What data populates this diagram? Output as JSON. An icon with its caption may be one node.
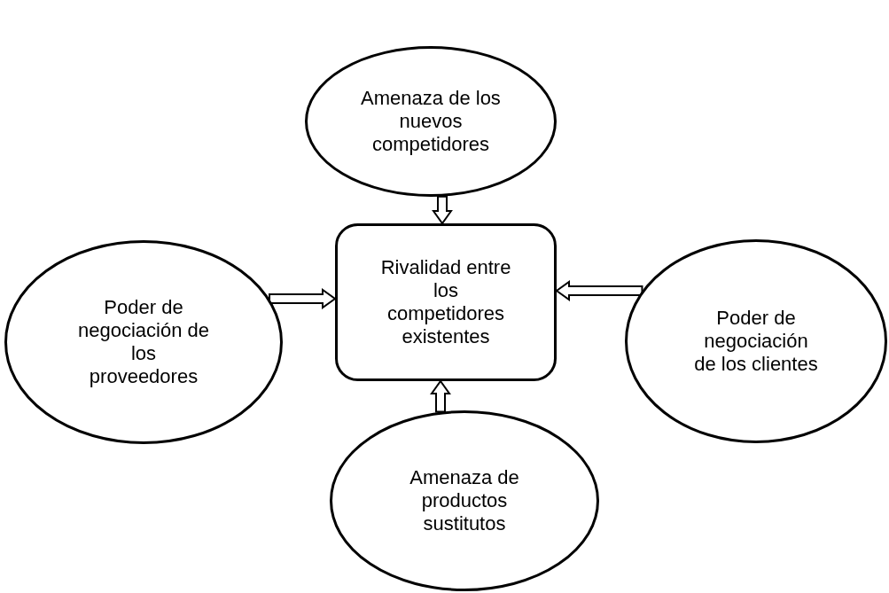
{
  "diagram": {
    "nodes": [
      {
        "text": [
          "Amenaza de los nuevos competidores"
        ]
      },
      {
        "text": [
          "Poder de negociación de los proveedores"
        ]
      },
      {
        "text": [
          "Rivalidad entre los competidores existentes"
        ]
      },
      {
        "text": [
          "Poder de negociación de los clientes"
        ]
      },
      {
        "text": [
          "Amenaza de productos sustitutos"
        ]
      }
    ],
    "edges": [
      {
        "from": 0,
        "to": 2,
        "arrow": "to"
      },
      {
        "from": 1,
        "to": 2,
        "arrow": "to"
      },
      {
        "from": 3,
        "to": 2,
        "arrow": "to"
      },
      {
        "from": 4,
        "to": 2,
        "arrow": "to"
      }
    ]
  }
}
